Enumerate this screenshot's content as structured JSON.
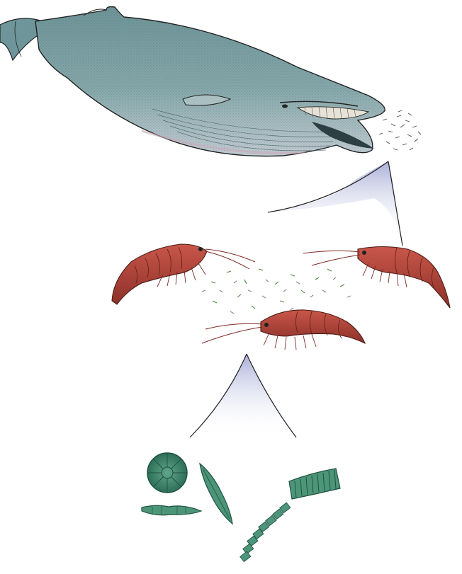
{
  "illustration": {
    "levels": [
      {
        "id": "whale",
        "icon": "blue-whale-icon"
      },
      {
        "id": "krill",
        "icon": "krill-icon"
      },
      {
        "id": "phytoplankton",
        "icon": "diatom-icon"
      }
    ],
    "arrows": [
      {
        "from": "phytoplankton",
        "to": "krill"
      },
      {
        "from": "krill",
        "to": "whale"
      }
    ],
    "colors": {
      "whale_body": "#7fa3a6",
      "whale_belly": "#b6c7c8",
      "whale_shadow": "#4f6f73",
      "krill": "#b8463c",
      "krill_dark": "#7a2a24",
      "diatom": "#3f8a72",
      "diatom_dark": "#1f5242",
      "plankton_green": "#4a8a3a",
      "arrow_top": "#aab0d8",
      "arrow_bottom": "#ffffff"
    }
  }
}
